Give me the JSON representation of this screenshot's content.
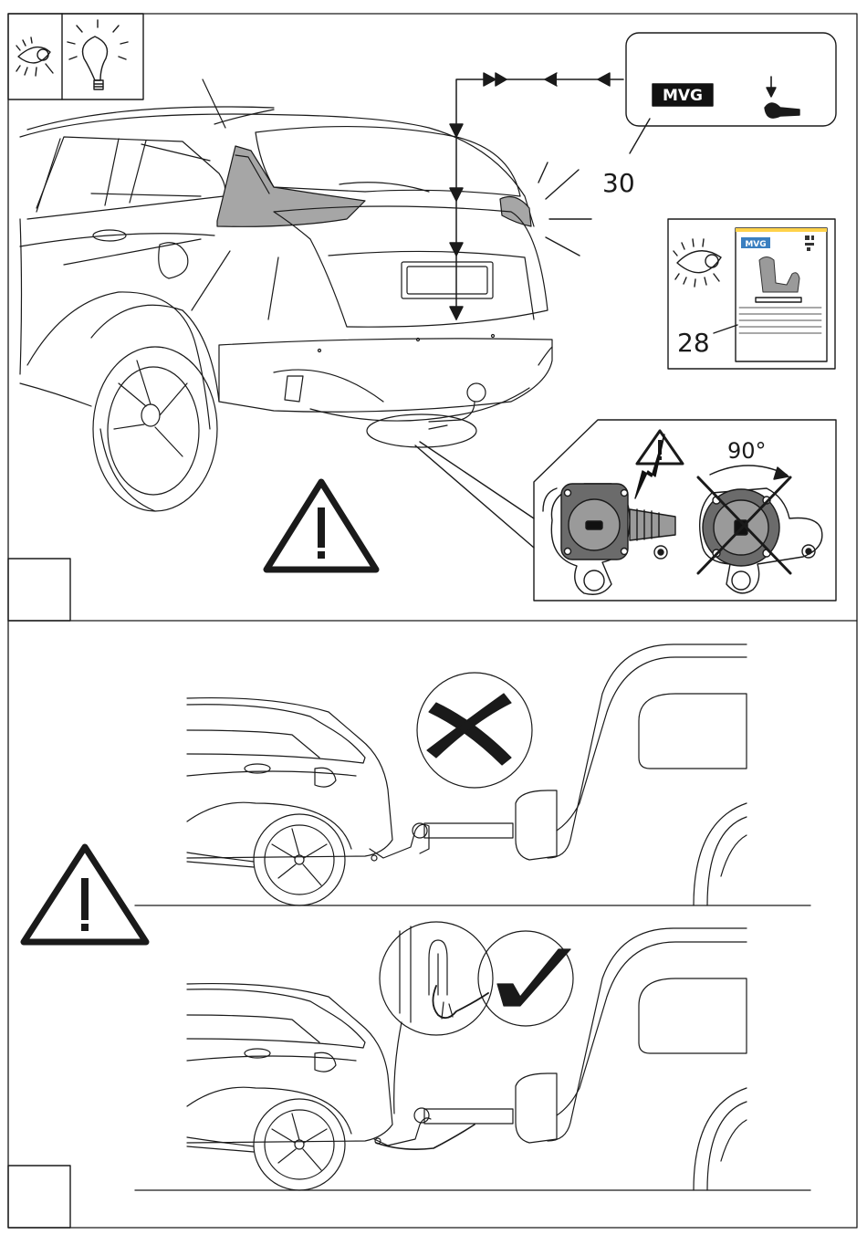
{
  "brand": {
    "logo_text": "MVG"
  },
  "callouts": {
    "ref_30": "30",
    "ref_28": "28"
  },
  "angle_label": "90°",
  "colors": {
    "line": "#1a1a1a",
    "tail_light": "#a6a6a6",
    "socket_dark": "#6b6b6b",
    "socket_mid": "#9a9a9a",
    "logo_bg": "#111111",
    "doc_header": "#ffd24a",
    "doc_logo": "#3a7fc0"
  },
  "icons": [
    "eye-icon",
    "light-bulb-icon",
    "warning-icon",
    "cross-icon",
    "checkmark-icon",
    "tow-ball-icon",
    "qr-code-icon"
  ],
  "panels": {
    "top": "socket-and-lights-check",
    "bottom": "breakaway-cable-attachment"
  }
}
